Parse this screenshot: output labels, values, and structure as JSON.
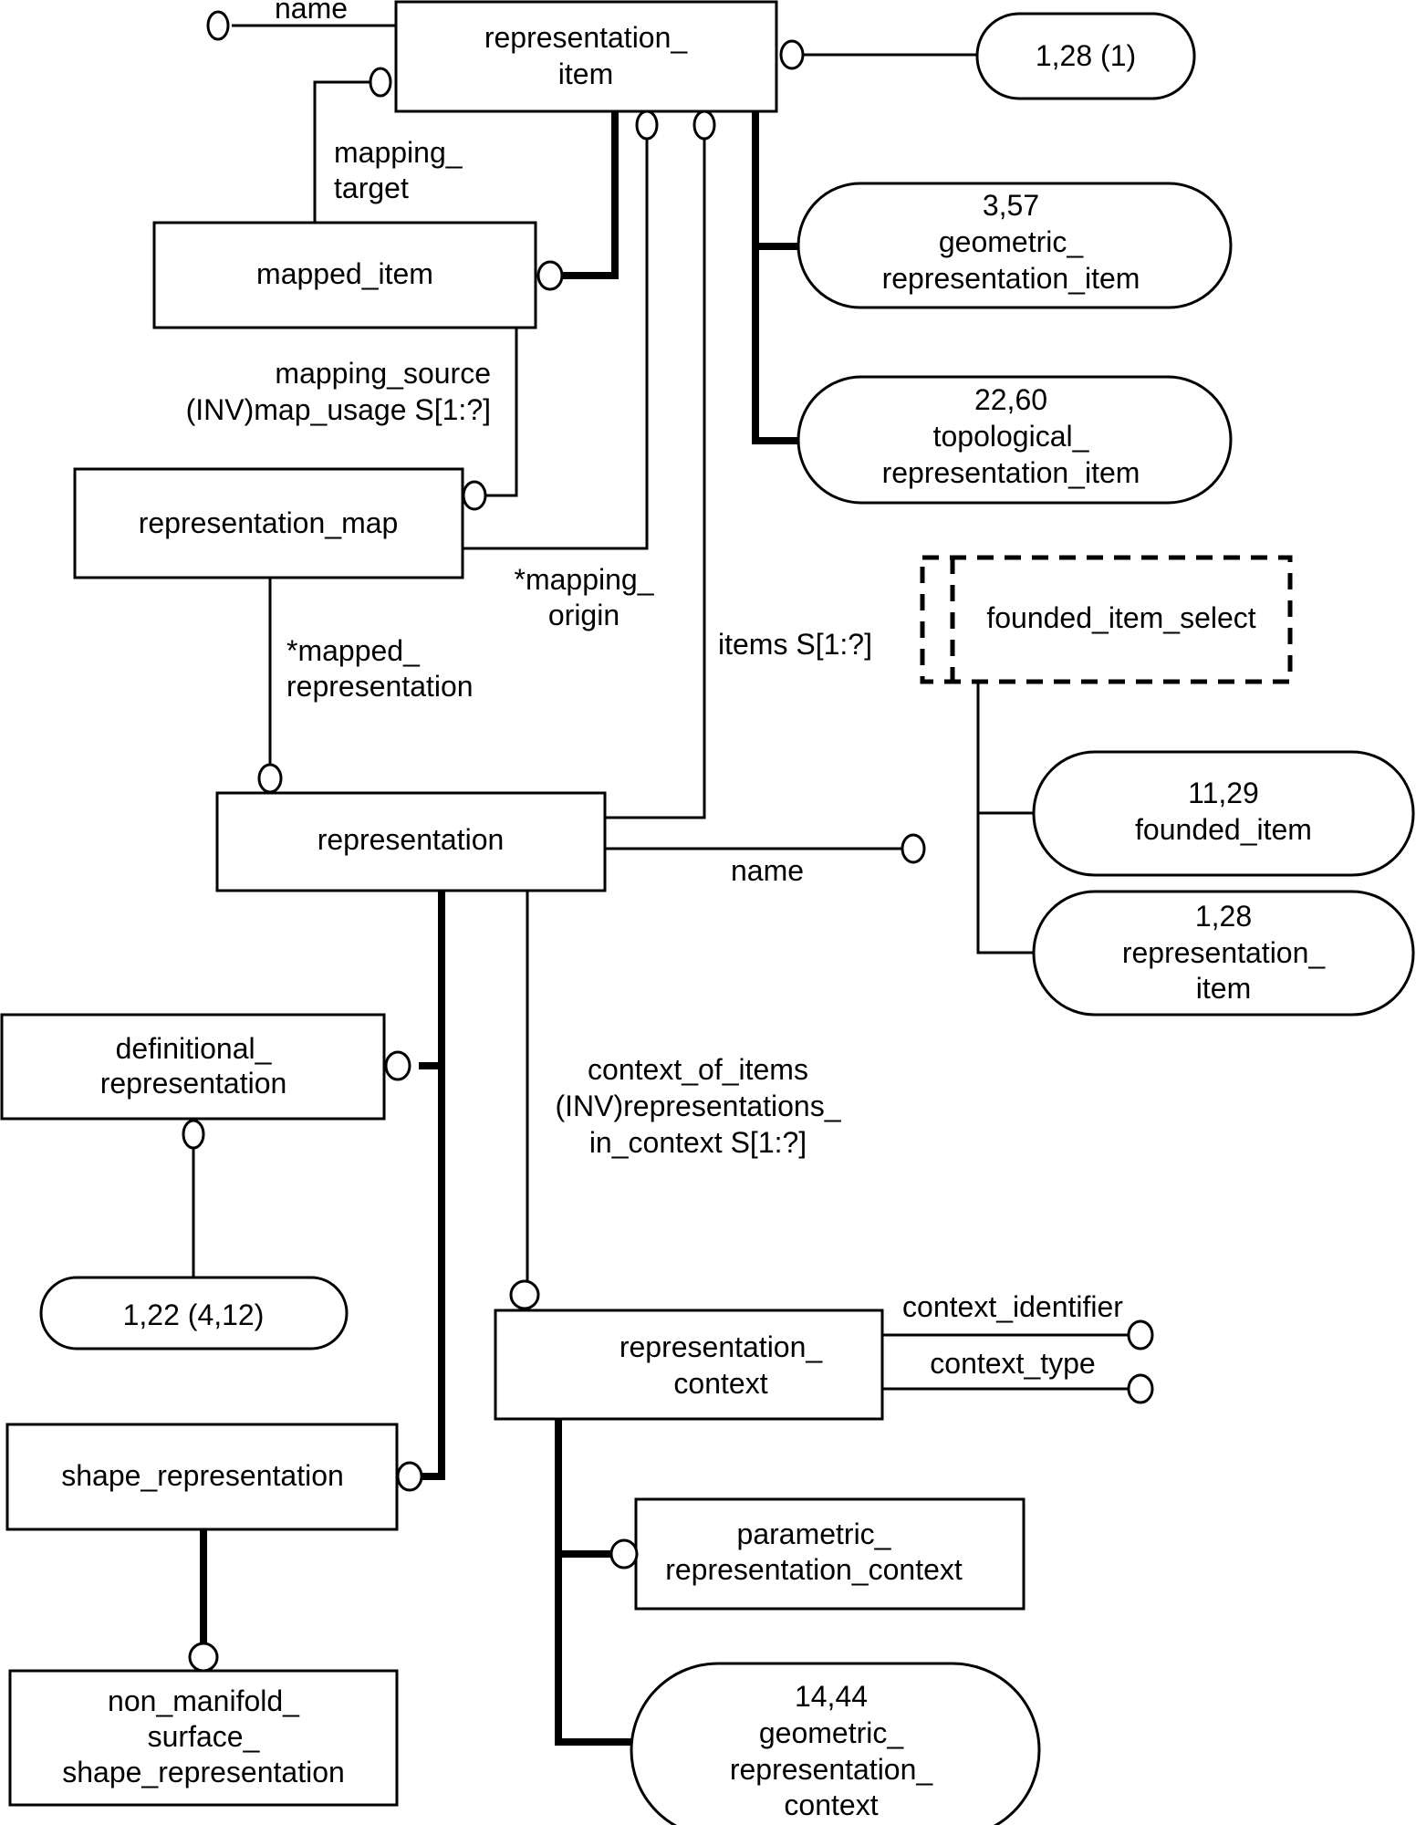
{
  "diagram": {
    "type": "EXPRESS-G schema diagram",
    "entities": {
      "representation_item": [
        "representation_",
        "item"
      ],
      "mapped_item": [
        "mapped_item"
      ],
      "representation_map": [
        "representation_map"
      ],
      "representation": [
        "representation"
      ],
      "definitional_representation": [
        "definitional_",
        "representation"
      ],
      "shape_representation": [
        "shape_representation"
      ],
      "non_manifold_surface_shape_representation": [
        "non_manifold_",
        "surface_",
        "shape_representation"
      ],
      "representation_context": [
        "representation_",
        "context"
      ],
      "parametric_representation_context": [
        "parametric_",
        "representation_context"
      ]
    },
    "select_types": {
      "founded_item_select": [
        "founded_item_select"
      ]
    },
    "page_references": {
      "ref_rep_item_name": [
        "1,28 (1)"
      ],
      "ref_geometric_representation_item": [
        "3,57",
        "geometric_",
        "representation_item"
      ],
      "ref_topological_representation_item": [
        "22,60",
        "topological_",
        "representation_item"
      ],
      "ref_founded_item": [
        "11,29",
        "founded_item"
      ],
      "ref_representation_item": [
        "1,28",
        "representation_",
        "item"
      ],
      "ref_definitional_rep": [
        "1,22 (4,12)"
      ],
      "ref_geometric_representation_context": [
        "14,44",
        "geometric_",
        "representation_",
        "context"
      ]
    },
    "attribute_labels": {
      "rep_item_name": [
        "name"
      ],
      "mapping_target": [
        "mapping_",
        "target"
      ],
      "mapping_source": [
        "mapping_source",
        "(INV)map_usage S[1:?]"
      ],
      "mapping_origin": [
        "*mapping_",
        "origin"
      ],
      "mapped_representation": [
        "*mapped_",
        "representation"
      ],
      "items": [
        "items S[1:?]"
      ],
      "rep_name": [
        "name"
      ],
      "context_of_items": [
        "context_of_items",
        "(INV)representations_",
        "in_context S[1:?]"
      ],
      "context_identifier": [
        "context_identifier"
      ],
      "context_type": [
        "context_type"
      ]
    }
  }
}
